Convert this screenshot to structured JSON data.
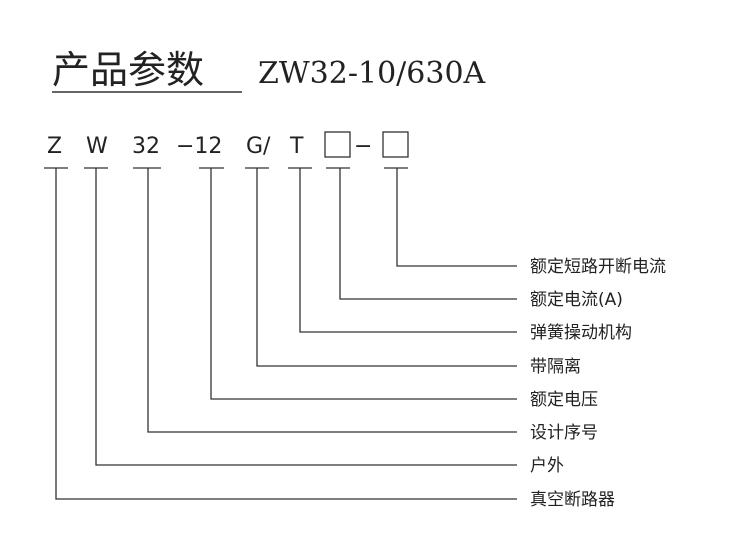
{
  "title": {
    "cn": "产品参数",
    "model": "ZW32-10/630A"
  },
  "code": {
    "z": "Z",
    "w": "W",
    "design": "32",
    "voltage": "−12",
    "g": "G/",
    "t": "T",
    "dash": "−"
  },
  "legend": [
    "额定短路开断电流",
    "额定电流(A)",
    "弹簧操动机构",
    "带隔离",
    "额定电压",
    "设计序号",
    "户外",
    "真空断路器"
  ]
}
